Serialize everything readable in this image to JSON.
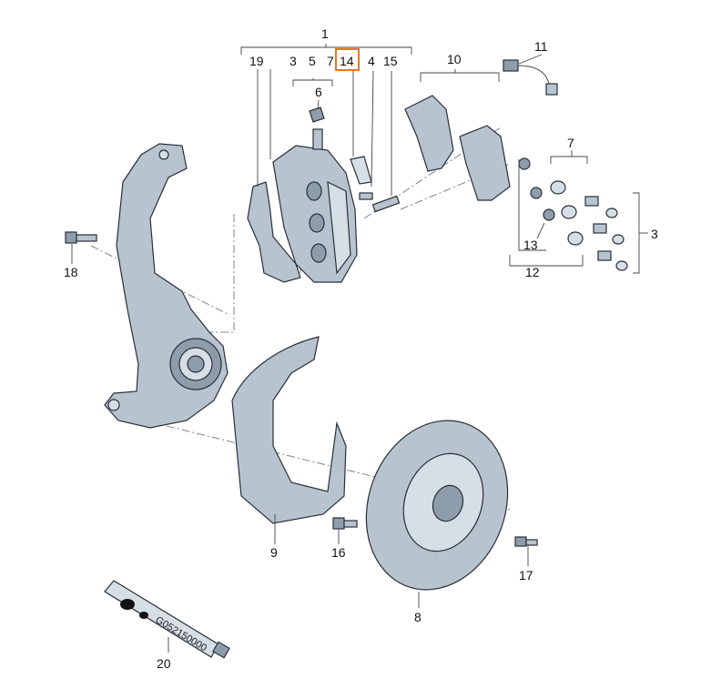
{
  "labels": {
    "l1": "1",
    "l19": "19",
    "l3a": "3",
    "l5": "5",
    "l7a": "7",
    "l14": "14",
    "l4": "4",
    "l15": "15",
    "l10": "10",
    "l11": "11",
    "l6": "6",
    "l7b": "7",
    "l3b": "3",
    "l13": "13",
    "l12": "12",
    "l18": "18",
    "l9": "9",
    "l16": "16",
    "l8": "8",
    "l17": "17",
    "l20": "20"
  },
  "tube_text": "G052150000",
  "colors": {
    "highlight": "#e87722",
    "part": "#b7c4d0",
    "outline": "#2a2f36"
  }
}
